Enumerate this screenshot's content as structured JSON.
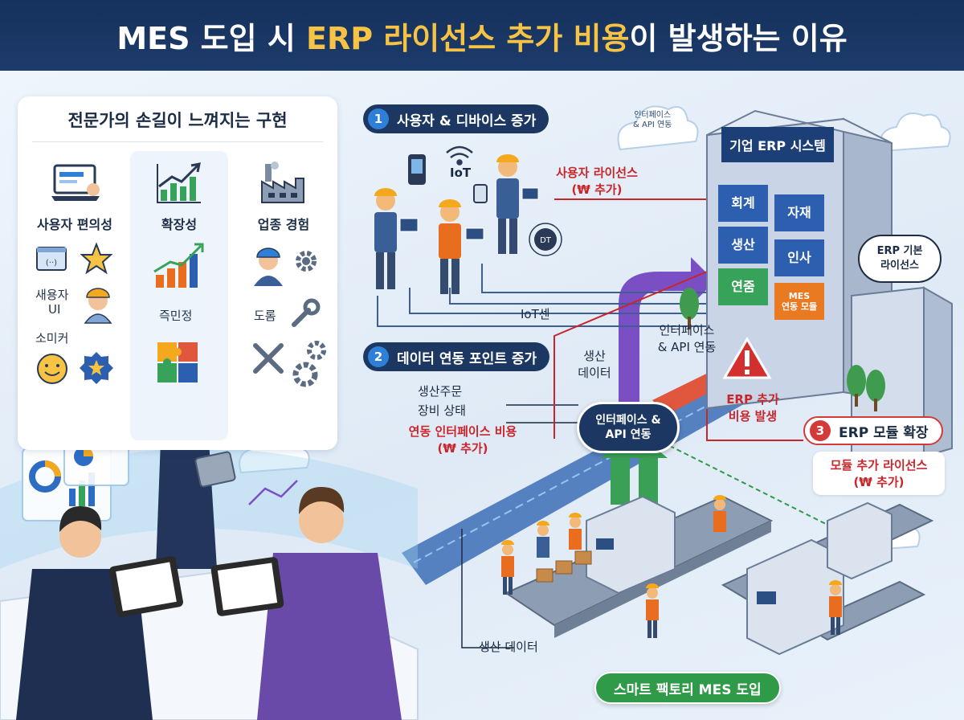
{
  "header": {
    "title_part1": "MES 도입 시 ",
    "title_highlight": "ERP 라이선스 추가 비용",
    "title_part2": "이 발생하는 이유"
  },
  "left_panel": {
    "title": "전문가의 손길이 느껴지는 구현",
    "col1_head": "사용자 편의성",
    "col2_head": "확장성",
    "col3_head": "업종 경험",
    "col1_label1": "새용자",
    "col1_label2": "UI",
    "col1_label3": "소미커",
    "col2_label1": "즉민정",
    "col3_label1": "도롬"
  },
  "step1": {
    "num": "1",
    "label": "사용자 & 디바이스 증가"
  },
  "step2": {
    "num": "2",
    "label": "데이터 연동 포인트 증가"
  },
  "step3": {
    "num": "3",
    "label": "ERP 모듈 확장"
  },
  "labels": {
    "iot": "IoT",
    "iot_sensor": "IoT센",
    "user_license": "사용자 라이선스",
    "user_license_cost": "(₩ 추가)",
    "prod_order": "생산주문",
    "equip_status": "장비 상태",
    "interface_cost": "연동 인터페이스 비용",
    "interface_cost_add": "(₩ 추가)",
    "prod_data_1": "생산",
    "prod_data_2": "데이터",
    "interface_api_1": "인터페이스",
    "interface_api_2": "& API 연동",
    "erp_cost_1": "ERP 추가",
    "erp_cost_2": "비용 발생",
    "module_license": "모듈 추가 라이선스",
    "module_license_cost": "(₩ 추가)",
    "prod_data_bottom": "생산 데이터",
    "cloud_1": "인터페이스",
    "cloud_2": "& API 연동",
    "dt": "DT"
  },
  "hub": {
    "line1": "인터페이스 &",
    "line2": "API 연동"
  },
  "erp": {
    "sign": "기업 ERP 시스템",
    "modules": [
      "회계",
      "자재",
      "생산",
      "인사",
      "연줌"
    ],
    "mes_module_1": "MES",
    "mes_module_2": "연동 모듈",
    "basic_license_1": "ERP 기본",
    "basic_license_2": "라이선스"
  },
  "footer_pill": "스마트 팩토리 MES 도입",
  "colors": {
    "navy": "#1d3763",
    "accent_blue": "#2e7fd8",
    "red": "#d33a3a",
    "green": "#2f9a48",
    "yellow": "#f6c344",
    "purple": "#7b4fc4"
  }
}
